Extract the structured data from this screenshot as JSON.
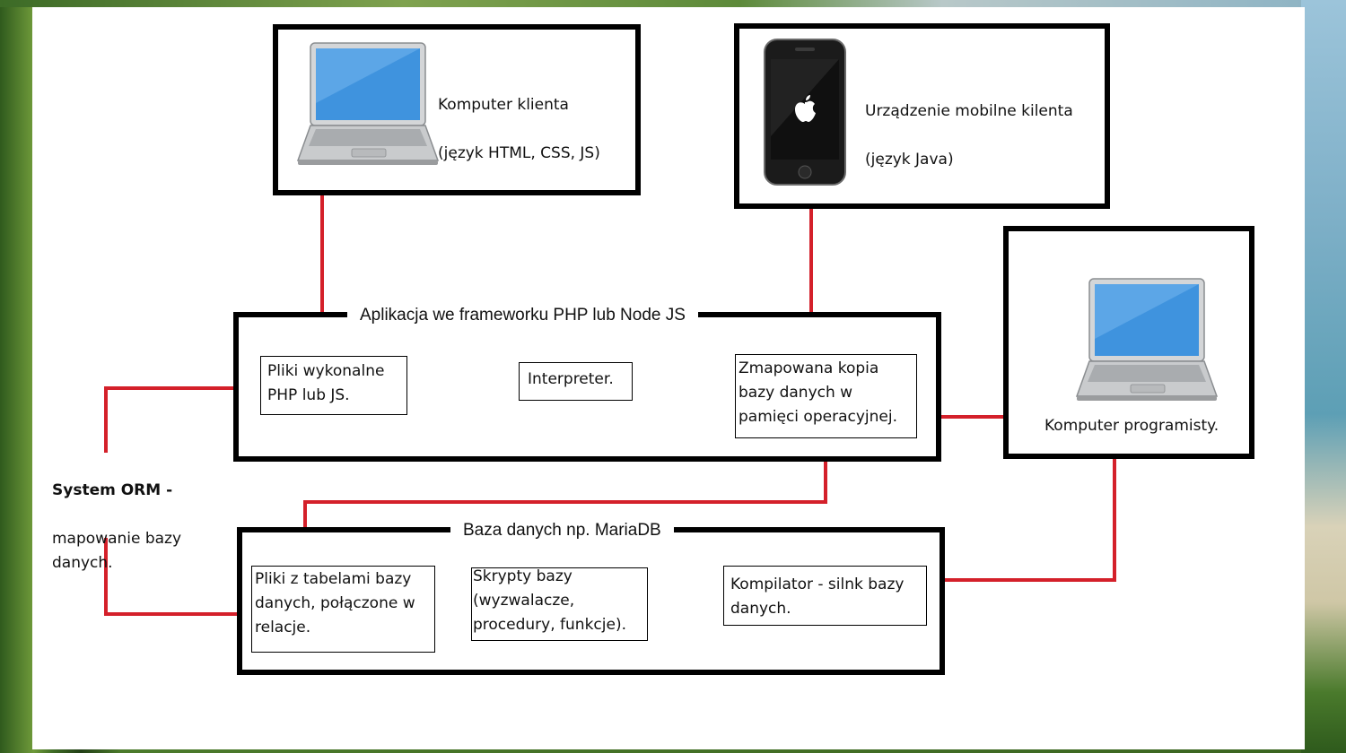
{
  "nodes": {
    "client_computer": {
      "title": "Komputer klienta",
      "detail": "(język HTML, CSS, JS)"
    },
    "mobile_device": {
      "title": "Urządzenie mobilne kilenta",
      "detail": "(język Java)"
    },
    "programmer_computer": {
      "title": "Komputer programisty."
    },
    "app_group": {
      "title": "Aplikacja we frameworku PHP lub Node JS",
      "executables": "Pliki wykonalne\nPHP lub JS.",
      "interpreter": "Interpreter.",
      "mapped_copy": "Zmapowana kopia\nbazy danych w\npamięci operacyjnej."
    },
    "db_group": {
      "title": "Baza danych np. MariaDB",
      "tables": "Pliki z tabelami bazy\ndanych, połączone w\nrelacje.",
      "scripts": "Skrypty bazy\n(wyzwalacze,\nprocedury, funkcje).",
      "compiler": "Kompilator - silnk bazy\ndanych."
    }
  },
  "orm_note": {
    "bold": "System ORM",
    "dash": " -",
    "rest": "mapowanie bazy\ndanych."
  },
  "colors": {
    "connector": "#d4202a",
    "inner_link": "#b07cc0",
    "border": "#000000"
  },
  "icons": {
    "client": "laptop-icon",
    "mobile": "smartphone-icon",
    "mobile_logo": "apple-logo-icon",
    "programmer": "laptop-icon"
  }
}
